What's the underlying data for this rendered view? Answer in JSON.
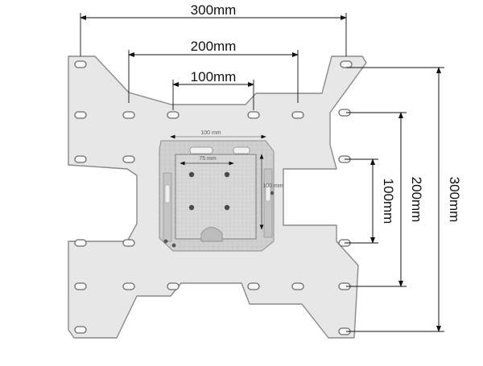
{
  "dimensions": {
    "horizontal": [
      "300mm",
      "200mm",
      "100mm"
    ],
    "vertical": [
      "100mm",
      "200mm",
      "300mm"
    ]
  },
  "bracket_labels": {
    "top_width": "100 mm",
    "inner_width": "75 mm",
    "inner_height": "100 mm"
  },
  "colors": {
    "plate": "#e7e7e7",
    "plate_edge": "#8a8a8a",
    "bracket": "#cfcfcf",
    "dimension_line": "#111111"
  }
}
